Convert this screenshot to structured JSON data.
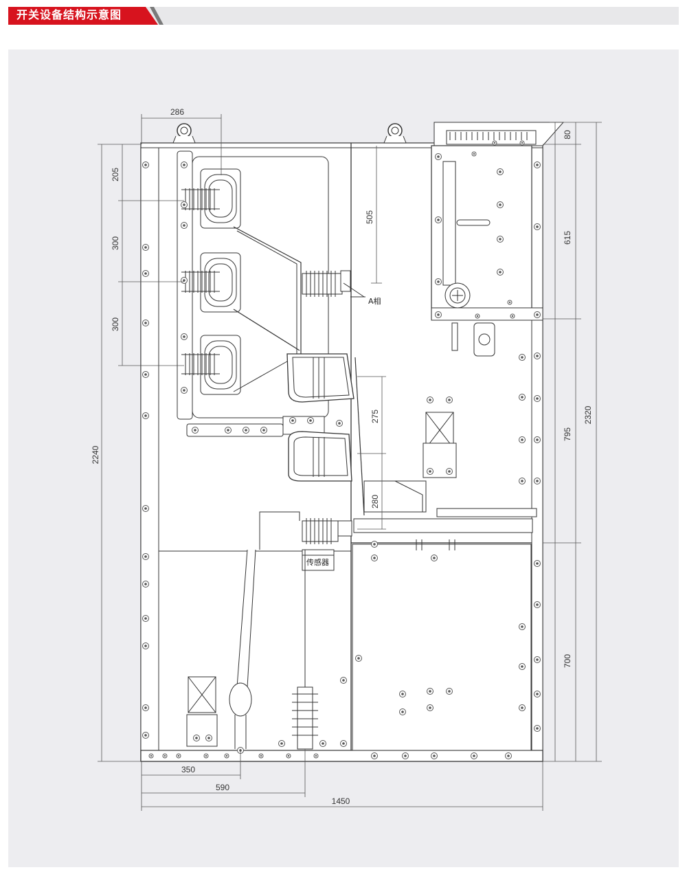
{
  "header": {
    "title": "开关设备结构示意图",
    "accent_color": "#d7131e",
    "bar_color": "#e8e8ea"
  },
  "panel_color": "#ededf0",
  "drawing": {
    "dimensions": {
      "top_width": "286",
      "height_overall": "2240",
      "spacing_top": "205",
      "spacing_1": "300",
      "spacing_2": "300",
      "busbar_drop": "505",
      "bushing_gap": "275",
      "lower_gap": "280",
      "right_top": "80",
      "right_1": "615",
      "right_2": "795",
      "right_3": "700",
      "right_total": "2320",
      "bottom_1": "350",
      "bottom_2": "590",
      "bottom_total": "1450"
    },
    "labels": {
      "phase_a": "A相",
      "sensor": "传感器"
    }
  }
}
